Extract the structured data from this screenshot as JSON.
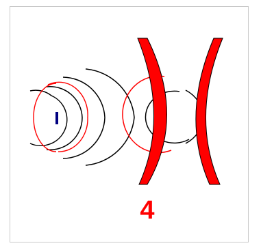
{
  "step_number": "4",
  "colors": {
    "wavefront_black": "#000000",
    "wavefront_red": "#ff0000",
    "lens": "#ff0000",
    "lens_outline": "#000000",
    "source": "#000080",
    "label": "#ff0000",
    "border": "#c8c8c8"
  },
  "diagram": {
    "elements": [
      "source-point",
      "incoming-wavefronts",
      "biconcave-lens",
      "refracted-wavefronts"
    ],
    "lens_type": "biconcave"
  }
}
